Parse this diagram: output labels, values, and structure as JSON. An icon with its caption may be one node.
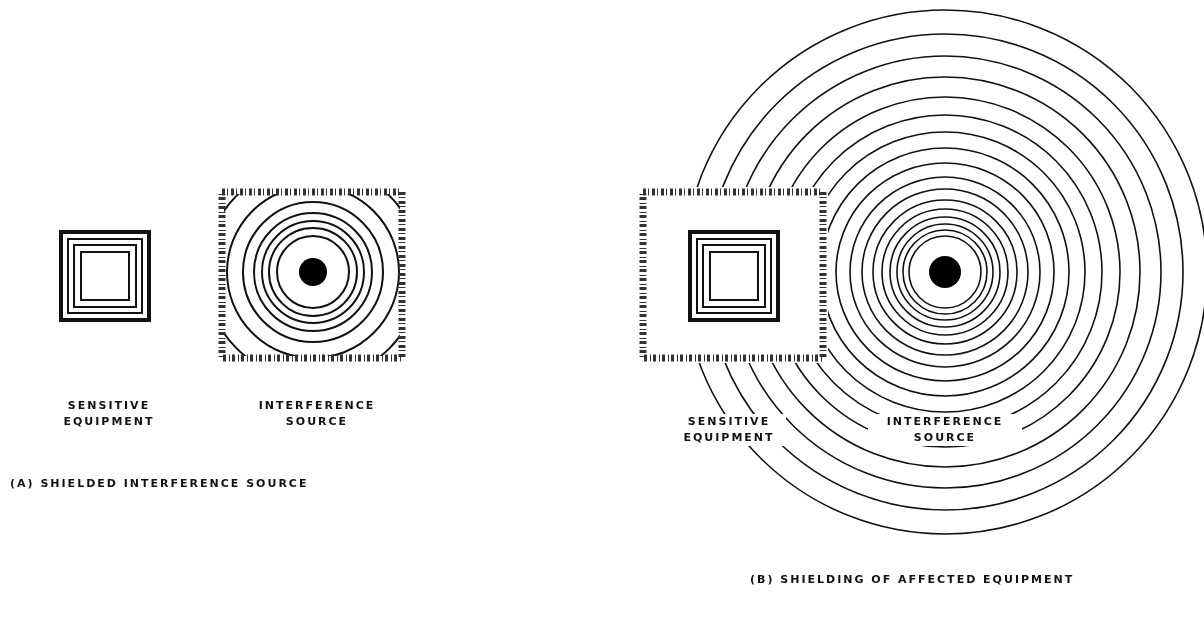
{
  "diagram": {
    "labels": [
      "SENSITIVE EQUIPMENT",
      "INTERFERENCE SOURCE",
      "(A) SHIELDED INTERFERENCE SOURCE",
      "SENSITIVE EQUIPMENT",
      "INTERFERENCE SOURCE",
      "(B) SHIELDING OF AFFECTED EQUIPMENT"
    ]
  }
}
